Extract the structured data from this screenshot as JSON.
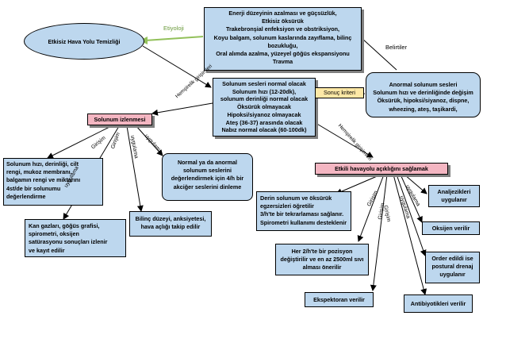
{
  "nodes": {
    "etiyoloji_top": {
      "lines": [
        "Enerji düzeyinin azalması ve güçsüzlük,",
        "Etkisiz öksürük",
        "Trakebronşial enfeksiyon ve obstriksiyon,",
        "Koyu balgam, solunum kaslarında zayıflama, bilinç",
        "bozukluğu,",
        "Oral alımda azalma, yüzeyel göğüs ekspansiyonu",
        "Travma"
      ]
    },
    "diagnosis": {
      "text": "Etkisiz Hava Yolu Temizliği"
    },
    "goal_criteria": {
      "lines": [
        "Solunum sesleri normal olacak",
        "Solunum hızı (12-20dk),",
        "solunum derinliği normal olacak",
        "Öksürük olmayacak",
        "Hipoksi/siyanoz olmayacak",
        "Ateş (36-37) arasında olacak",
        "Nabız normal olacak (60-100dk)"
      ]
    },
    "result_criteria_tag": {
      "text": "Sonuç kriteri"
    },
    "symptoms": {
      "lines": [
        "Anormal solunum sesleri",
        "Solunum hızı ve derinliğinde değişim",
        "Öksürük, hipoksi/siyanoz, dispne,",
        "wheezing, ateş, taşikardi,"
      ]
    },
    "monitoring": {
      "text": "Solunum izlenmesi"
    },
    "effective_airway": {
      "text": "Etkili havayolu açıklığını sağlamak"
    },
    "resp_rate_box": {
      "lines": [
        "Solunum hızı, derinliği, cilt",
        "rengi, mukoz membranı,",
        "balgamın rengi ve miktarını",
        "4st/de bir solunumu",
        "değerlendirme"
      ]
    },
    "blood_gas_box": {
      "lines": [
        "Kan gazları, göğüs grafisi,",
        "spirometri, oksijen",
        "satürasyonu sonuçları izlenir",
        "ve kayıt edilir"
      ]
    },
    "consciousness_box": {
      "lines": [
        "Bilinç düzeyi, anksiyetesi,",
        "hava açlığı takip edilir"
      ]
    },
    "breath_sounds_box": {
      "lines": [
        "Normal ya da anormal",
        "solunum seslerini",
        "değerlendirmek için 4/h bir",
        "akciğer seslerini dinleme"
      ]
    },
    "deep_breath_box": {
      "lines": [
        "Derin solunum ve öksürük",
        "egzersizleri öğretilir",
        "3/h'te bir tekrarlaması sağlanır.",
        "Spirometri kullanımı desteklenir"
      ]
    },
    "position_box": {
      "lines": [
        "Her 2/h'te bir pozisyon",
        "değiştirilir ve en az 2500ml sıvı",
        "alması önerilir"
      ]
    },
    "expectorant_box": {
      "text": "Ekspektoran verilir"
    },
    "analgesic_box": {
      "lines": [
        "Analjezikleri",
        "uygulanır"
      ]
    },
    "oxygen_box": {
      "text": "Oksijen verilir"
    },
    "drainage_box": {
      "lines": [
        "Order edildi ise",
        "postural drenaj",
        "uygulanır"
      ]
    },
    "antibiotic_box": {
      "text": "Antibiyotikleri verilir"
    }
  },
  "edge_labels": {
    "etiyoloji": "Etiyoloji",
    "belirtiler": "Belirtiler",
    "hemsirelik_girisimleri_1": "Hemşirelik girişimleri",
    "hemsirelik_girisimleri_2": "Hemşirelik girişimleri",
    "girisim": "Girişim",
    "uygulama": "uygulama"
  },
  "colors": {
    "box_fill": "#bdd7ee",
    "header_fill": "#f4b6c2",
    "result_fill": "#fde8a6",
    "arrow_green": "#92c05a",
    "arrow_black": "#000000"
  }
}
